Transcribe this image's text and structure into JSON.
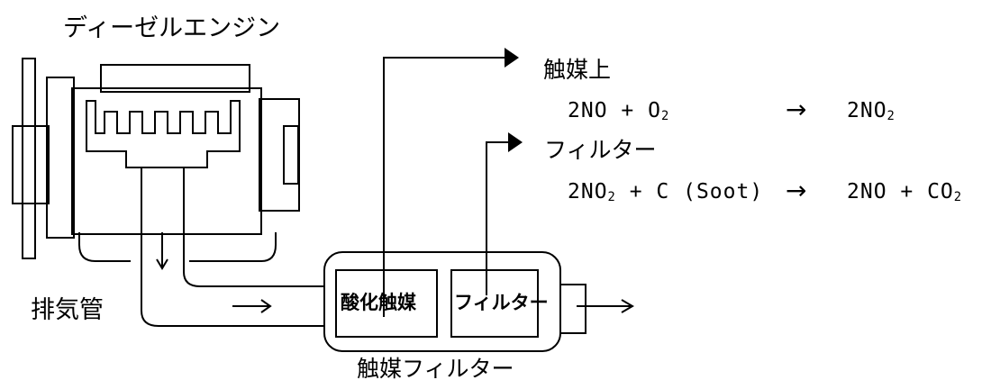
{
  "title": "ディーゼルエンジン",
  "exhaust_pipe_label": "排気管",
  "catalyst_filter_label": "触媒フィルター",
  "oxidation_catalyst_label": "酸化触媒",
  "filter_box_label": "フィルター",
  "reactions": {
    "catalyst": {
      "heading": "触媒上",
      "lhs_coef": "2NO + O",
      "lhs_sub": "2",
      "arrow": "→",
      "rhs_coef": "2NO",
      "rhs_sub": "2"
    },
    "filter": {
      "heading": "フィルター",
      "lhs_coef": "2NO",
      "lhs_sub": "2",
      "lhs_rest": " + C (Soot)",
      "arrow": "→",
      "rhs_coef": "2NO + CO",
      "rhs_sub": "2"
    }
  }
}
